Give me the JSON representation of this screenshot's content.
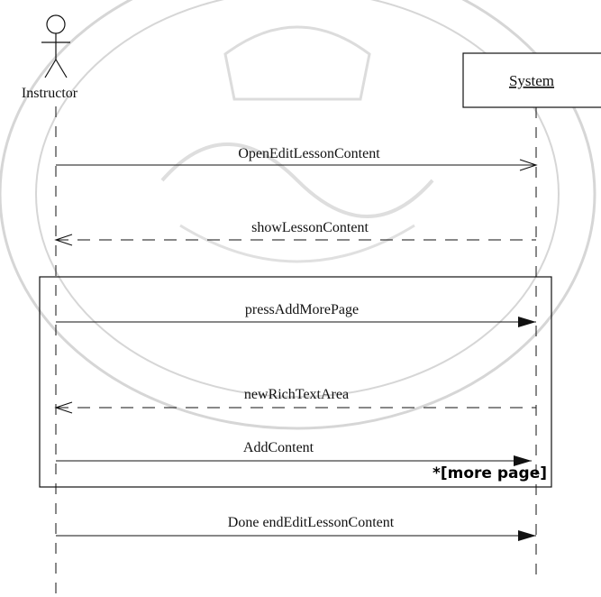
{
  "actor": {
    "name": "Instructor"
  },
  "system": {
    "name": "System"
  },
  "messages": [
    {
      "label": "OpenEditLessonContent",
      "type": "sync-open",
      "direction": "right"
    },
    {
      "label": "showLessonContent",
      "type": "return",
      "direction": "left"
    },
    {
      "label": "pressAddMorePage",
      "type": "sync",
      "direction": "right"
    },
    {
      "label": "newRichTextArea",
      "type": "return",
      "direction": "left"
    },
    {
      "label": "AddContent",
      "type": "sync",
      "direction": "right"
    },
    {
      "label": "Done endEditLessonContent",
      "type": "sync",
      "direction": "right"
    }
  ],
  "loop_frame": {
    "guard": "*[more page]"
  },
  "colors": {
    "line": "#111111",
    "watermark": "#d6d6d6"
  }
}
